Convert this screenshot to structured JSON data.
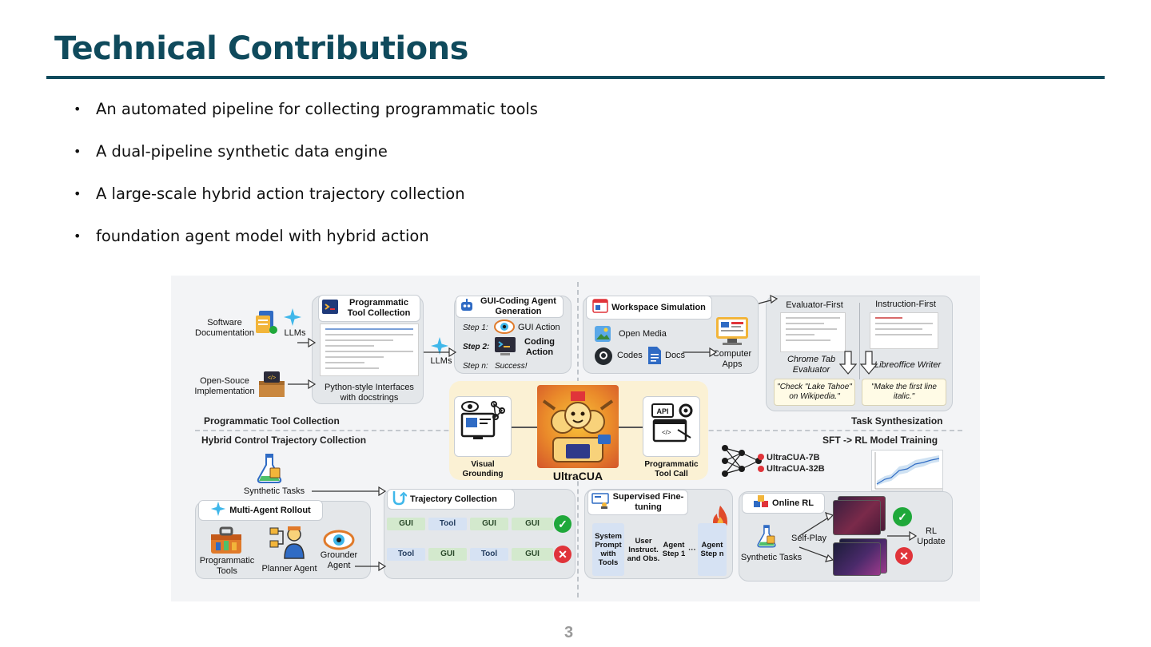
{
  "title": "Technical Contributions",
  "bullets": [
    "An automated pipeline for collecting programmatic tools",
    "A dual-pipeline synthetic data engine",
    "A large-scale hybrid action trajectory collection",
    "foundation agent model with hybrid action"
  ],
  "bullet_symbol": "•",
  "page_number": "3",
  "diagram": {
    "tool_collection": {
      "software_docs": "Software Documentation",
      "llms_1": "LLMs",
      "open_source": "Open-Souce Implementation",
      "panel_title": "Programmatic Tool Collection",
      "python_interfaces": "Python-style Interfaces with docstrings",
      "llms_2": "LLMs"
    },
    "gui_coding": {
      "title": "GUI-Coding Agent Generation",
      "step1": "Step 1:",
      "gui_action": "GUI Action",
      "step2": "Step 2:",
      "coding_action": "Coding Action",
      "stepn": "Step n:",
      "success": "Success!"
    },
    "workspace": {
      "title": "Workspace Simulation",
      "open_media": "Open Media",
      "codes": "Codes",
      "docs": "Docs",
      "computer_apps": "Computer Apps"
    },
    "task_synth": {
      "evaluator_first": "Evaluator-First",
      "instruction_first": "Instruction-First",
      "chrome_tab": "Chrome Tab Evaluator",
      "libreoffice": "Libreoffice Writer",
      "quote1": "\"Check \"Lake Tahoe\" on Wikipedia.\"",
      "quote2": "\"Make the first line italic.\""
    },
    "section_labels": {
      "prog_tool": "Programmatic Tool Collection",
      "task_synthesization": "Task Synthesization",
      "hybrid_control": "Hybrid Control Trajectory Collection",
      "sft_rl": "SFT -> RL Model Training"
    },
    "center": {
      "visual_grounding": "Visual Grounding",
      "ultracua": "UltraCUA",
      "prog_tool_call": "Programmatic Tool Call",
      "api": "API"
    },
    "models": [
      "UltraCUA-7B",
      "UltraCUA-32B"
    ],
    "rollout": {
      "synthetic_tasks": "Synthetic Tasks",
      "title": "Multi-Agent Rollout",
      "programmatic_tools": "Programmatic Tools",
      "planner_agent": "Planner Agent",
      "grounder_agent": "Grounder Agent"
    },
    "trajectory": {
      "title": "Trajectory Collection",
      "row1": [
        "GUI",
        "Tool",
        "GUI",
        "GUI"
      ],
      "row2": [
        "Tool",
        "GUI",
        "Tool",
        "GUI"
      ],
      "check": "✓",
      "cross": "✕"
    },
    "sft": {
      "title": "Supervised Fine-tuning",
      "columns": [
        "System Prompt with Tools",
        "User Instruct. and Obs.",
        "Agent Step 1",
        "···",
        "Agent Step n"
      ]
    },
    "rl": {
      "title": "Online RL",
      "self_play": "Self-Play",
      "synthetic_tasks": "Synthetic Tasks",
      "rl_update": "RL Update"
    },
    "colors": {
      "title": "#0f4a5c",
      "gui_cell": "#d3e9cd",
      "tool_cell": "#d6e2f3",
      "success": "#1fa83a",
      "fail": "#e0343a",
      "center_bg": "#fbf1d4"
    }
  }
}
